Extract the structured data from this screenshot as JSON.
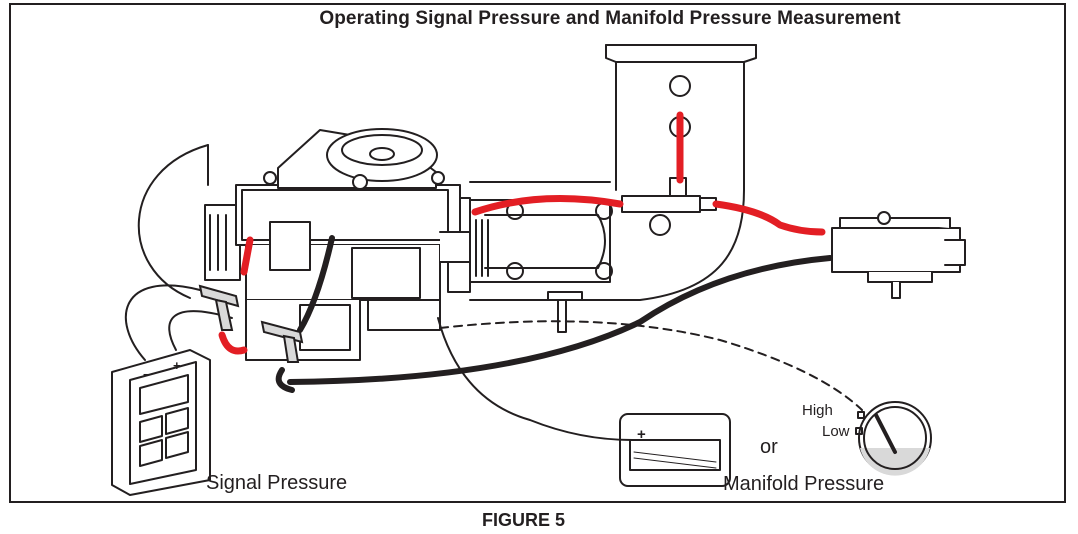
{
  "figure": {
    "title": "Operating Signal Pressure and Manifold Pressure Measurement",
    "caption": "FIGURE 5"
  },
  "labels": {
    "signal_pressure": "Signal Pressure",
    "manifold_pressure": "Manifold Pressure",
    "or": "or",
    "high": "High",
    "low": "Low",
    "meter_plus": "+",
    "meter_minus": "−",
    "manometer_plus": "+"
  },
  "colors": {
    "line": "#231f20",
    "tube_red": "#e31e24",
    "tube_black": "#231f20",
    "fill_light": "#ffffff",
    "fill_shade": "#d9d9d9"
  }
}
